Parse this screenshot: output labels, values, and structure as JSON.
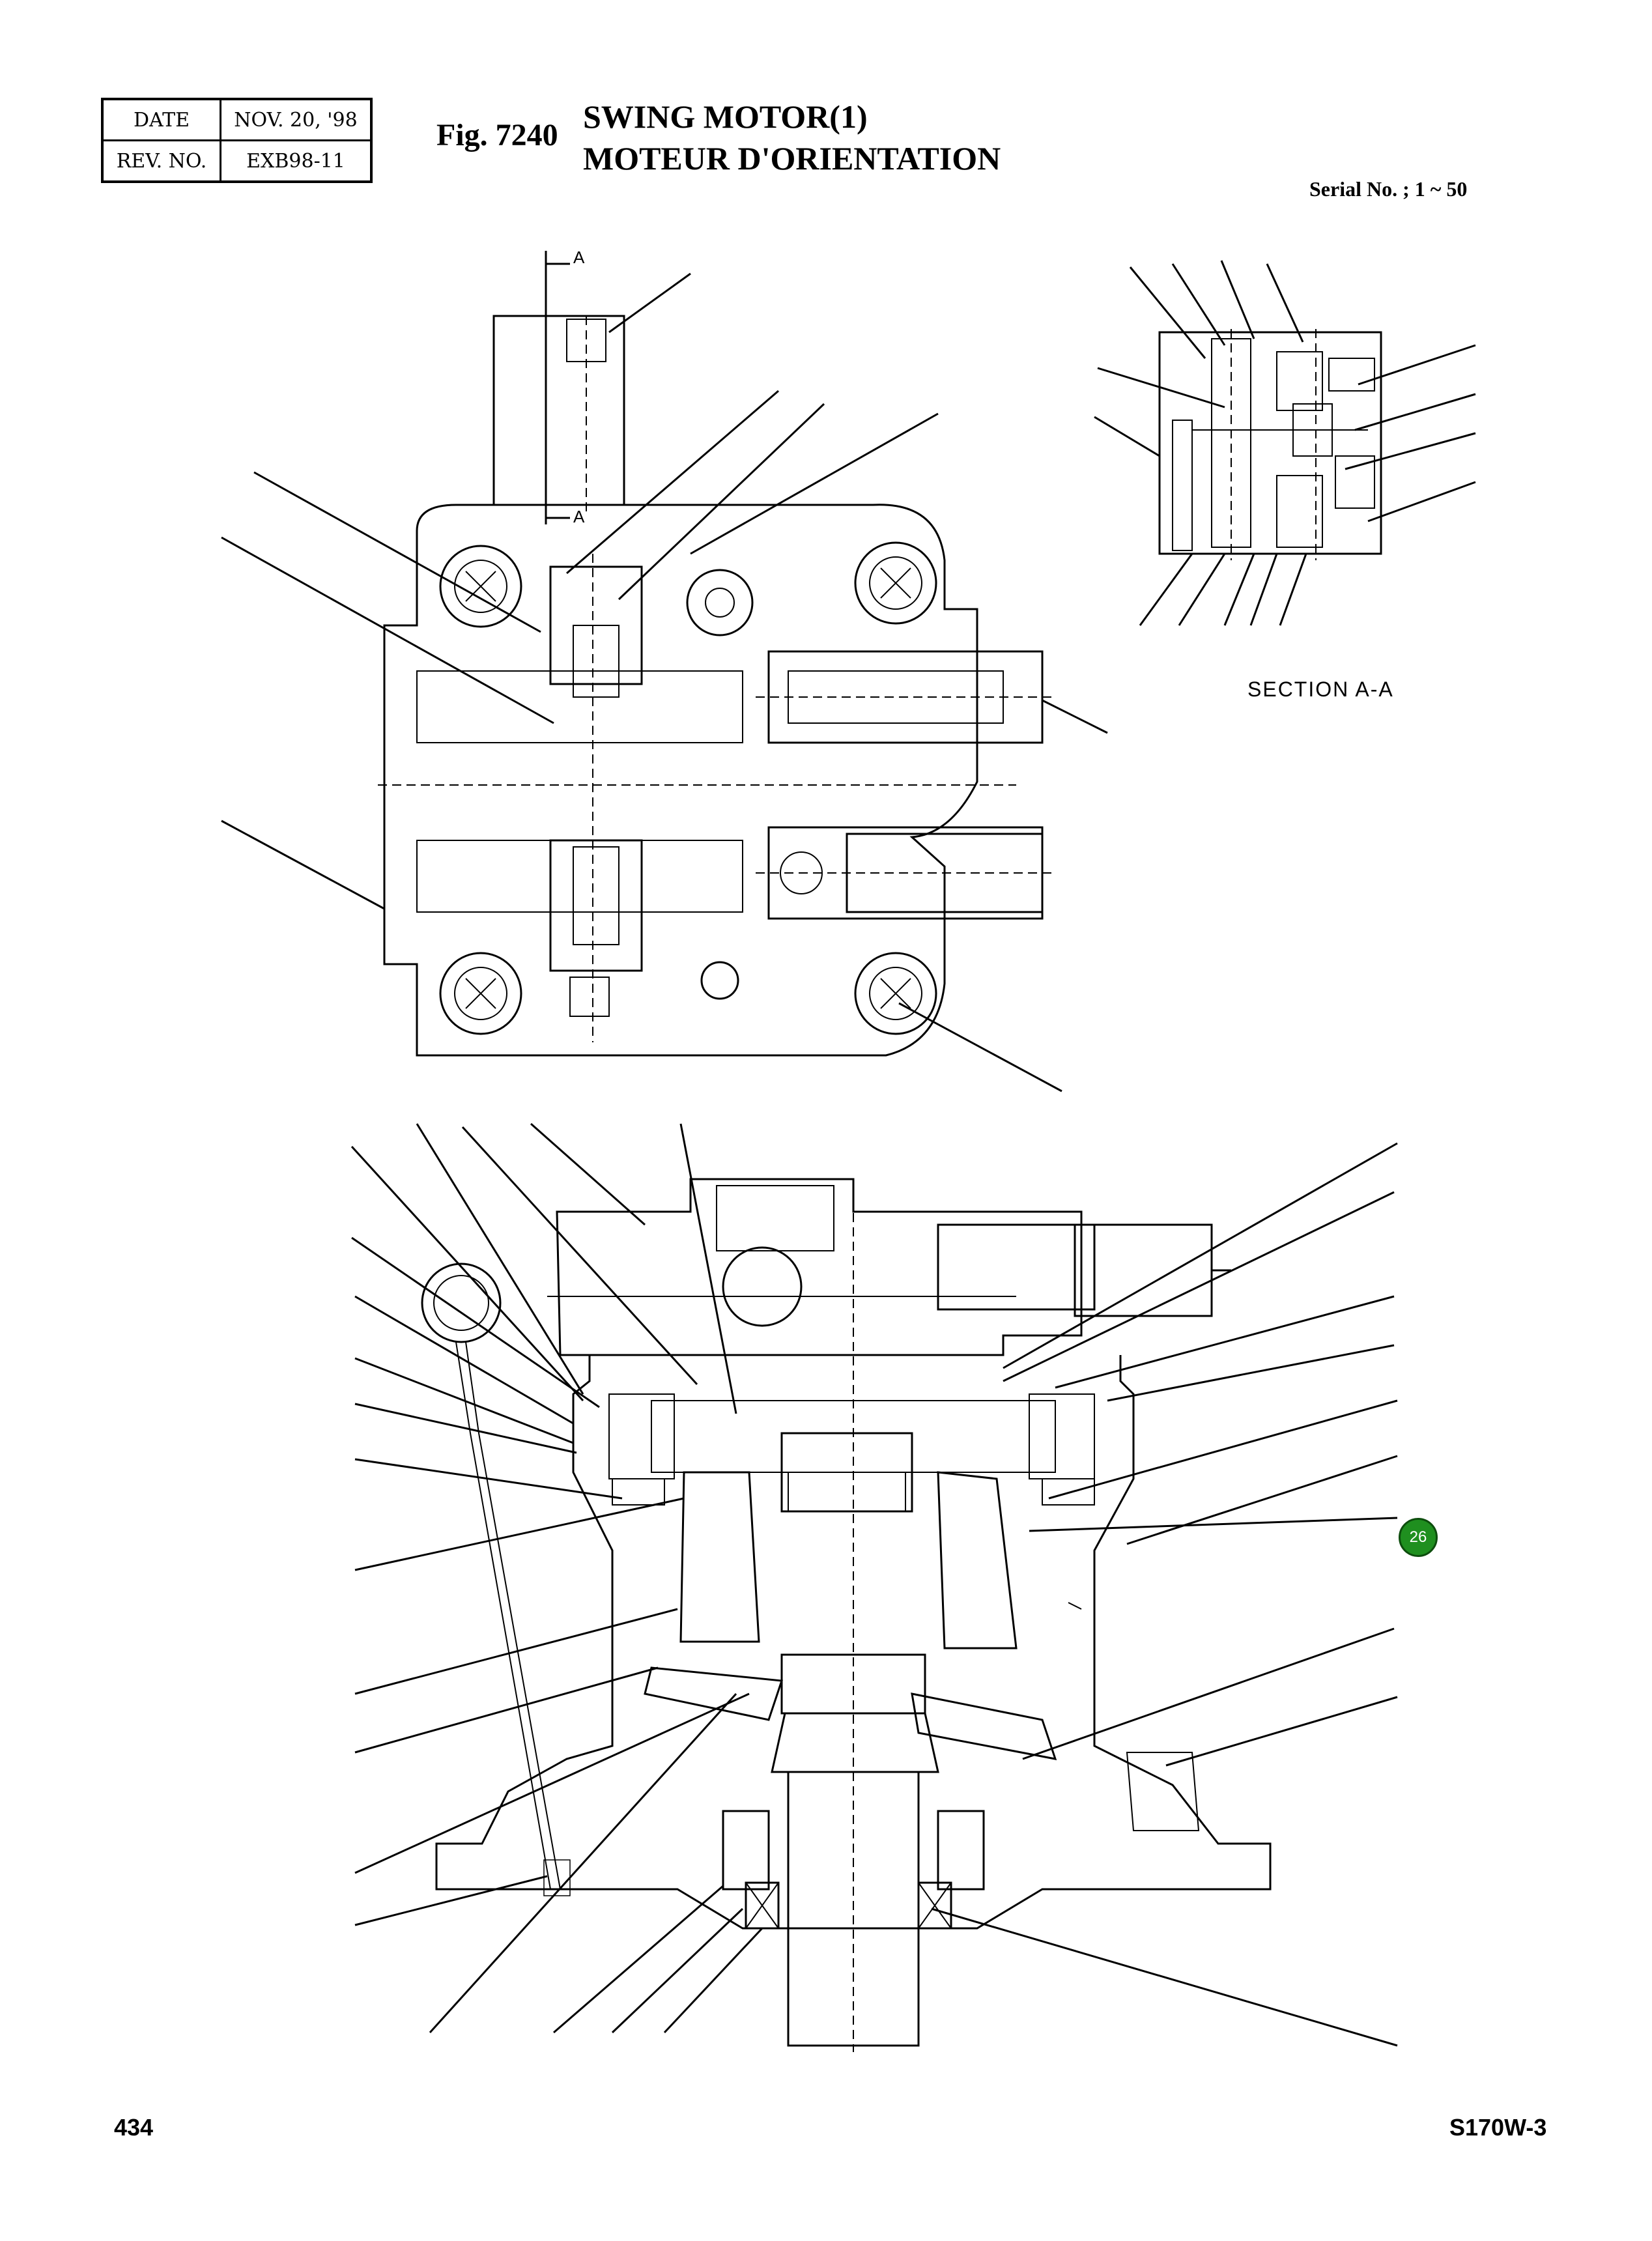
{
  "header": {
    "date_label": "DATE",
    "date_value": "NOV. 20, '98",
    "rev_label": "REV. NO.",
    "rev_value": "EXB98-11"
  },
  "figure": {
    "number": "Fig. 7240",
    "title_en": "SWING MOTOR(1)",
    "title_fr": "MOTEUR D'ORIENTATION",
    "serial": "Serial No. ; 1 ~ 50"
  },
  "drawing": {
    "section_caption": "SECTION A-A",
    "section_marker": "A",
    "callout_number": "26"
  },
  "footer": {
    "page_number": "434",
    "model": "S170W-3"
  }
}
